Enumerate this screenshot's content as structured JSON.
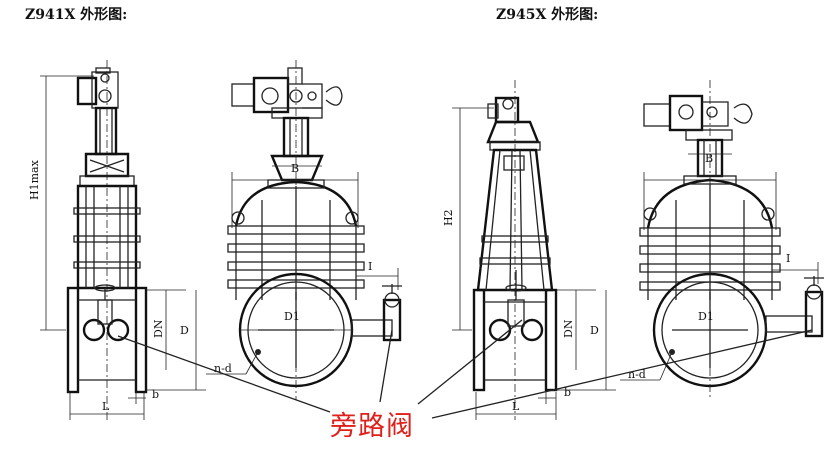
{
  "titles": {
    "left": "Z941X 外形图:",
    "right": "Z945X 外形图:"
  },
  "callout": {
    "text": "旁路阀",
    "color": "#e0201a"
  },
  "dimensions": {
    "h1max": "H1max",
    "h2": "H2",
    "dn": "DN",
    "d": "D",
    "l": "L",
    "b": "b",
    "nd": "n-d",
    "b_upper": "B",
    "d1": "D1",
    "i": "I"
  }
}
